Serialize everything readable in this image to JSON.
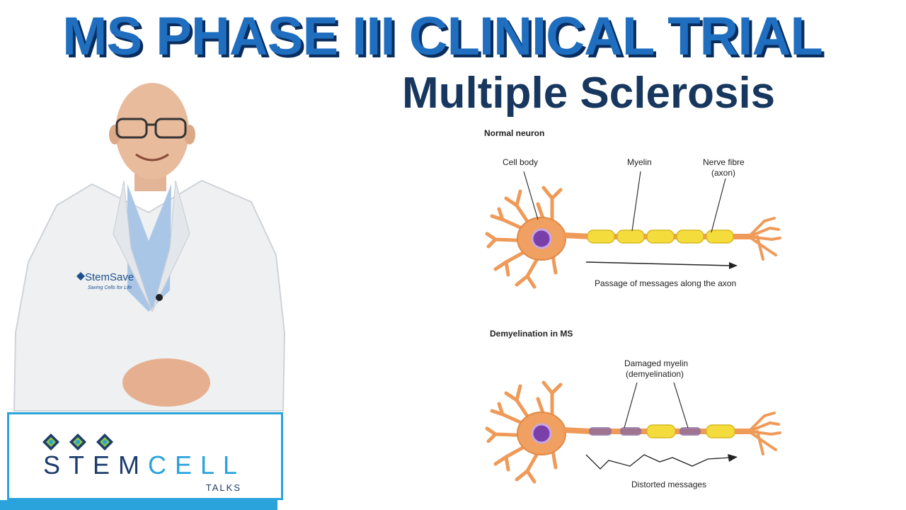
{
  "header": {
    "title": "MS PHASE III CLINICAL TRIAL",
    "subtitle": "Multiple Sclerosis"
  },
  "diagram": {
    "normal": {
      "heading": "Normal neuron",
      "labels": {
        "cell_body": "Cell body",
        "myelin": "Myelin",
        "nerve_fibre_1": "Nerve fibre",
        "nerve_fibre_2": "(axon)"
      },
      "caption": "Passage of messages along the axon"
    },
    "ms": {
      "heading": "Demyelination in MS",
      "labels": {
        "damaged_1": "Damaged myelin",
        "damaged_2": "(demyelination)"
      },
      "caption": "Distorted messages"
    }
  },
  "presenter": {
    "coat_logo_1": "StemSave",
    "coat_logo_2": "Saving Cells for Life"
  },
  "logo": {
    "stem": "STEM",
    "cell": "CELL",
    "talks": "TALKS"
  },
  "colors": {
    "title_blue": "#1f6ec0",
    "title_shadow": "#0a2d5c",
    "subtitle_navy": "#17375e",
    "neuron_orange": "#f0a060",
    "myelin_yellow": "#f3dc3c",
    "nucleus_purple": "#7a3fa8",
    "logo_cyan": "#2aa3dc"
  }
}
